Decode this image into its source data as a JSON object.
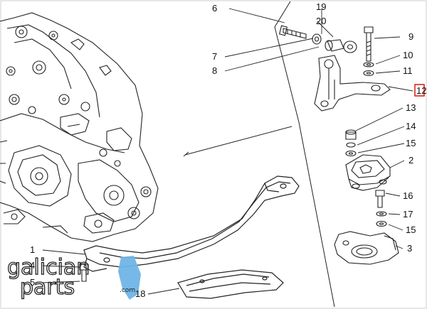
{
  "logo": {
    "line1": "galician",
    "line2": "parts",
    "suffix": ".com",
    "accent_color": "#6fb4e6"
  },
  "highlight_color": "#e0241b",
  "callouts": [
    {
      "id": "label-6",
      "text": "6"
    },
    {
      "id": "label-19",
      "text": "19"
    },
    {
      "id": "label-20",
      "text": "20"
    },
    {
      "id": "label-9",
      "text": "9"
    },
    {
      "id": "label-7",
      "text": "7"
    },
    {
      "id": "label-8",
      "text": "8"
    },
    {
      "id": "label-10",
      "text": "10"
    },
    {
      "id": "label-11",
      "text": "11"
    },
    {
      "id": "label-12",
      "text": "12"
    },
    {
      "id": "label-13",
      "text": "13"
    },
    {
      "id": "label-14",
      "text": "14"
    },
    {
      "id": "label-15a",
      "text": "15"
    },
    {
      "id": "label-2",
      "text": "2"
    },
    {
      "id": "label-16",
      "text": "16"
    },
    {
      "id": "label-17",
      "text": "17"
    },
    {
      "id": "label-15b",
      "text": "15"
    },
    {
      "id": "label-3",
      "text": "3"
    },
    {
      "id": "label-1",
      "text": "1"
    },
    {
      "id": "label-4",
      "text": "4"
    },
    {
      "id": "label-5",
      "text": "5"
    },
    {
      "id": "label-18",
      "text": "18"
    }
  ]
}
